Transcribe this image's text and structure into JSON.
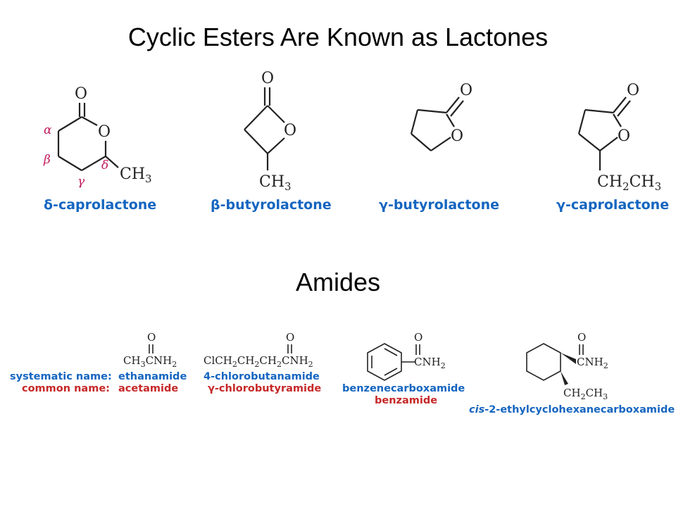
{
  "title": "Cyclic Esters Are Known as Lactones",
  "section2_title": "Amides",
  "lactones": [
    {
      "name": "δ-caprolactone",
      "greek": [
        "α",
        "β",
        "γ",
        "δ"
      ]
    },
    {
      "name": "β-butyrolactone"
    },
    {
      "name": "γ-butyrolactone"
    },
    {
      "name": "γ-caprolactone"
    }
  ],
  "amides": {
    "systematic_label": "systematic name:",
    "common_label": "common name:",
    "items": [
      {
        "systematic": "ethanamide",
        "common": "acetamide"
      },
      {
        "systematic": "4-chlorobutanamide",
        "common": "γ-chlorobutyramide"
      },
      {
        "systematic": "benzenecarboxamide",
        "common": "benzamide"
      },
      {
        "systematic_prefix": "cis",
        "systematic": "-2-ethylcyclohexanecarboxamide"
      }
    ]
  },
  "colors": {
    "title": "#000000",
    "name_blue": "#1565c0",
    "greek_magenta": "#c2185b",
    "common_red": "#c62828"
  }
}
